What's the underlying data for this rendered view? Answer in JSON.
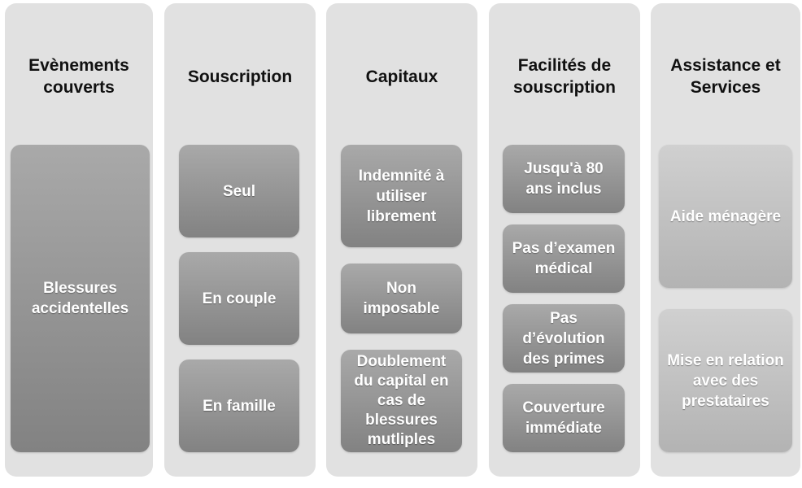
{
  "columns": [
    {
      "title": "Evènements couverts",
      "items": [
        "Blessures accidentelles"
      ]
    },
    {
      "title": "Souscription",
      "items": [
        "Seul",
        "En couple",
        "En famille"
      ]
    },
    {
      "title": "Capitaux",
      "items": [
        "Indemnité à utiliser librement",
        "Non imposable",
        "Doublement du capital en cas de blessures mutliples"
      ]
    },
    {
      "title": "Facilités de souscription",
      "items": [
        "Jusqu'à 80 ans inclus",
        "Pas d’examen médical",
        "Pas d’évolution des primes",
        "Couverture immédiate"
      ]
    },
    {
      "title": "Assistance et Services",
      "items": [
        "Aide ménagère",
        "Mise en relation avec des prestataires"
      ]
    }
  ],
  "colors": {
    "column_background": "#e1e1e1",
    "card_dark": "#939393",
    "card_light": "#c2c2c2",
    "title_text": "#111111",
    "card_text": "#ffffff"
  }
}
